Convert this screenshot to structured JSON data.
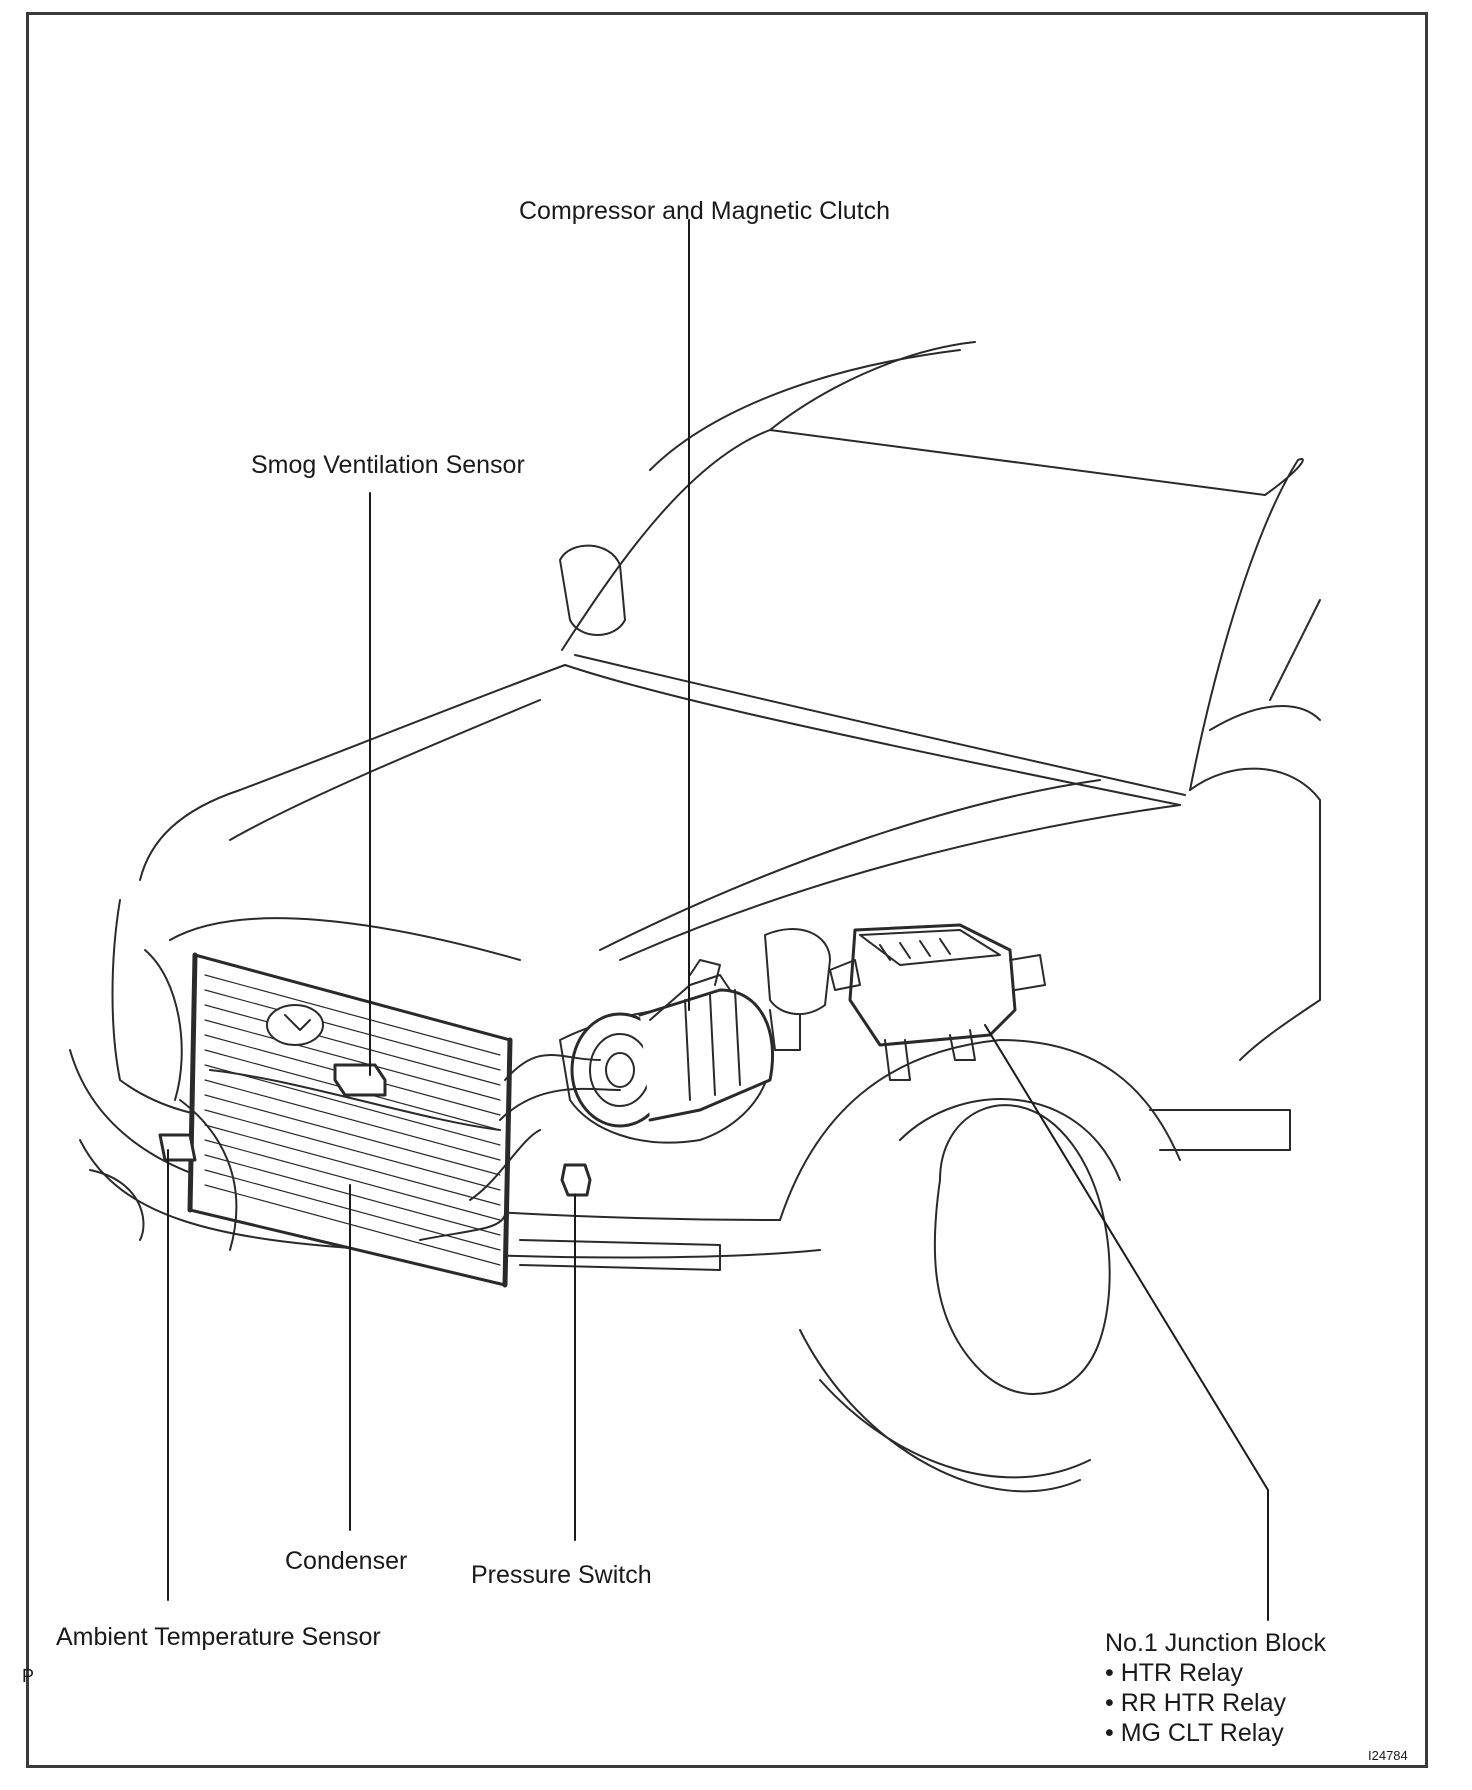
{
  "labels": {
    "compressor": "Compressor and Magnetic Clutch",
    "smog": "Smog Ventilation Sensor",
    "condenser": "Condenser",
    "pressure": "Pressure Switch",
    "ambient": "Ambient Temperature Sensor"
  },
  "junction_block": {
    "title": "No.1 Junction Block",
    "items": [
      "HTR Relay",
      "RR HTR Relay",
      "MG CLT Relay"
    ]
  },
  "figure_ref": "I24784",
  "corner_mark": "P"
}
